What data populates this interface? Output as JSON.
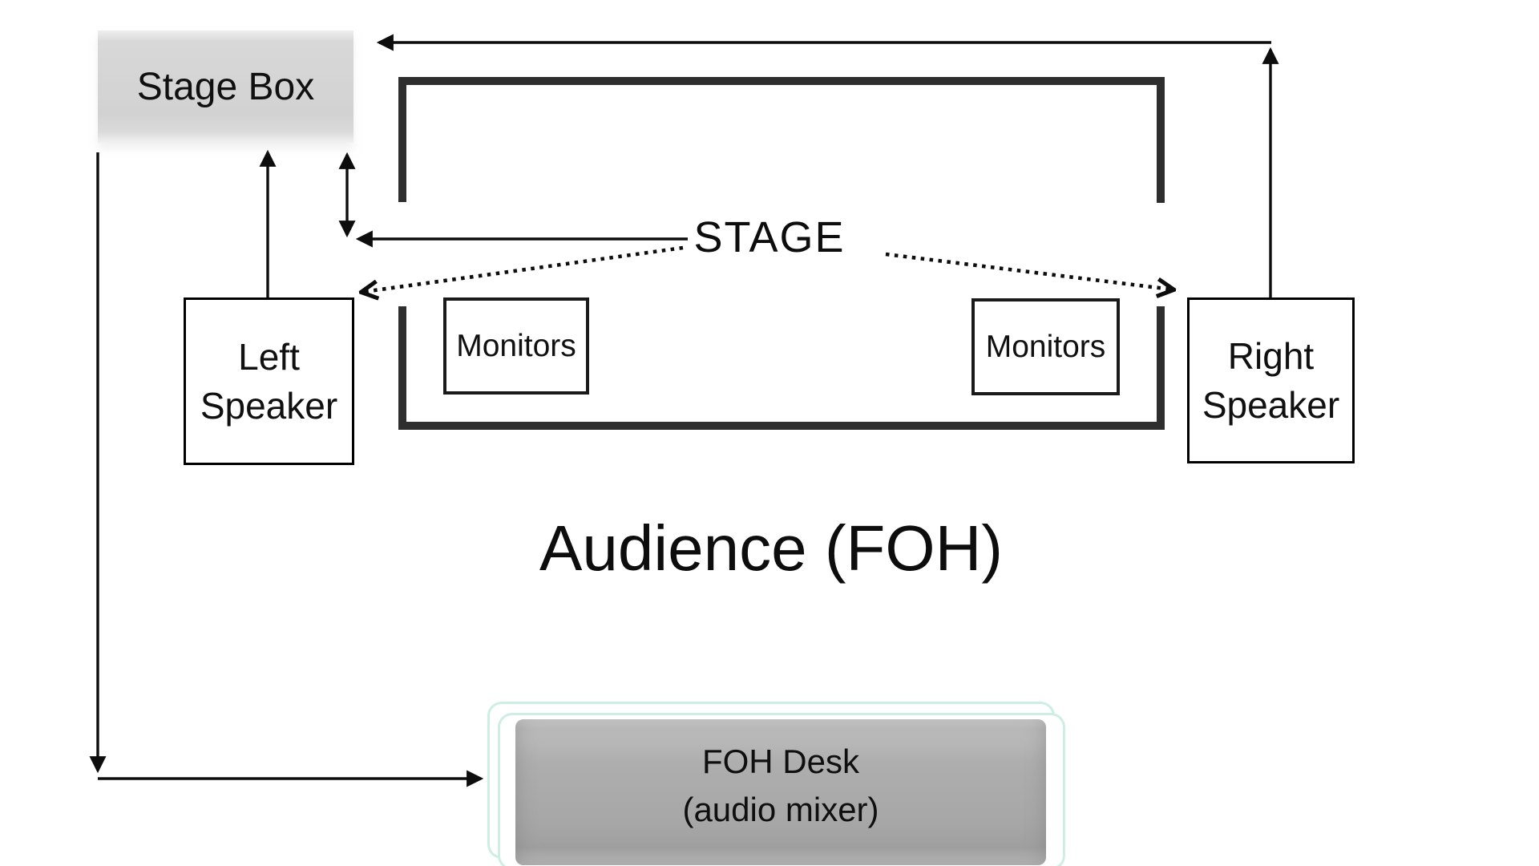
{
  "nodes": {
    "stage_box": "Stage Box",
    "stage": "STAGE",
    "left_speaker": "Left Speaker",
    "right_speaker": "Right Speaker",
    "monitors_left": "Monitors",
    "monitors_right": "Monitors",
    "audience": "Audience (FOH)",
    "foh_desk": {
      "line1": "FOH Desk",
      "line2": "(audio mixer)"
    }
  },
  "colors": {
    "background": "#ffffff",
    "text": "#111111",
    "arrow": "#0d0d0d",
    "stage_wall": "#2e2e2e",
    "box_border": "#000000",
    "stage_box_fill": "#d2d2d2",
    "foh_desk_fill": "#a9a9a9",
    "foh_desk_glow_border": "#cdeee2"
  },
  "connectors": [
    {
      "from": "right-speaker",
      "to": "top-edge",
      "style": "solid-arrow-up"
    },
    {
      "from": "top-right-corner",
      "to": "stage-box",
      "style": "solid-arrow-left"
    },
    {
      "from": "left-speaker",
      "to": "stage-box",
      "style": "solid-arrow-up"
    },
    {
      "from": "stage-box",
      "to": "stage-wall-gap",
      "style": "solid-double-arrow-vertical"
    },
    {
      "from": "stage-label",
      "to": "stage-wall-gap",
      "style": "solid-arrow-left"
    },
    {
      "from": "stage-label",
      "to": "left-speaker",
      "style": "dotted-arrow"
    },
    {
      "from": "stage-label",
      "to": "right-speaker",
      "style": "dotted-arrow"
    },
    {
      "from": "stage-box",
      "to": "bottom-left-corner",
      "style": "solid-arrow-down"
    },
    {
      "from": "bottom-left-corner",
      "to": "foh-desk",
      "style": "solid-arrow-right"
    }
  ]
}
